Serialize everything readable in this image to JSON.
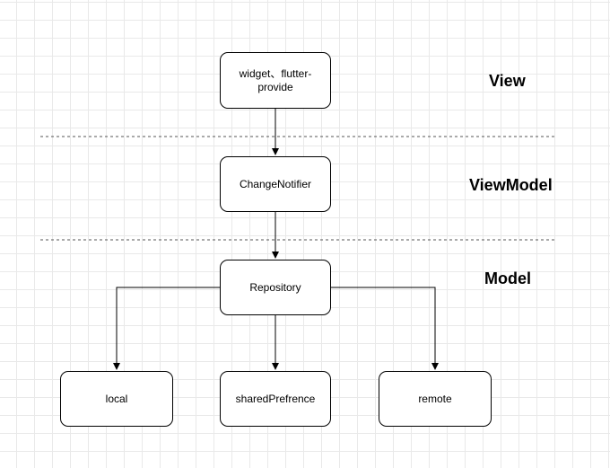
{
  "layers": {
    "view": "View",
    "viewmodel": "ViewModel",
    "model": "Model"
  },
  "nodes": {
    "widget": "widget、flutter-provide",
    "change_notifier": "ChangeNotifier",
    "repository": "Repository",
    "local": "local",
    "shared_prefrence": "sharedPrefrence",
    "remote": "remote"
  },
  "colors": {
    "line": "#000000",
    "grid": "#e9e9e9",
    "divider": "#555555"
  }
}
